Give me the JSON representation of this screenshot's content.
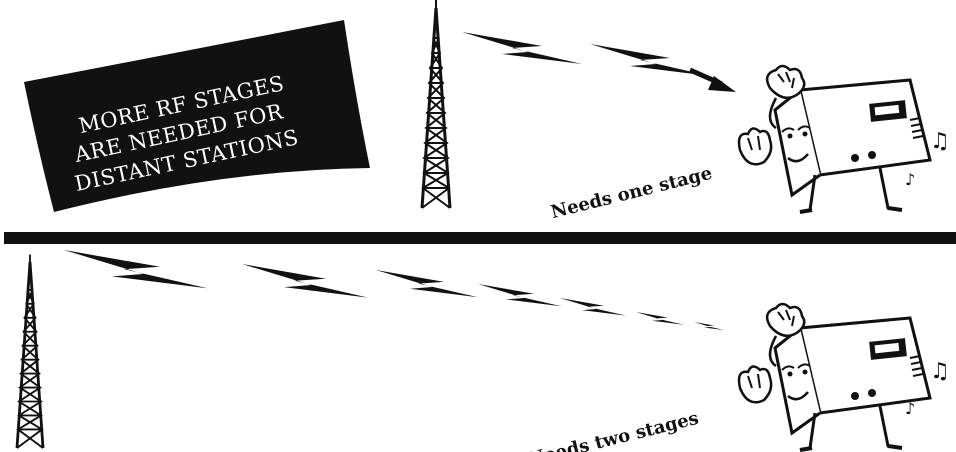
{
  "banner": {
    "lines": [
      "MORE RF STAGES",
      "ARE NEEDED FOR",
      "DISTANT STATIONS"
    ]
  },
  "top_scene": {
    "caption": "Needs one stage"
  },
  "bottom_scene": {
    "caption": "Needs two stages"
  },
  "colors": {
    "ink": "#111111",
    "paper": "#ffffff"
  },
  "icons": [
    "radio-tower-icon",
    "signal-bolt-icon",
    "radio-character-icon",
    "music-note-icon"
  ]
}
